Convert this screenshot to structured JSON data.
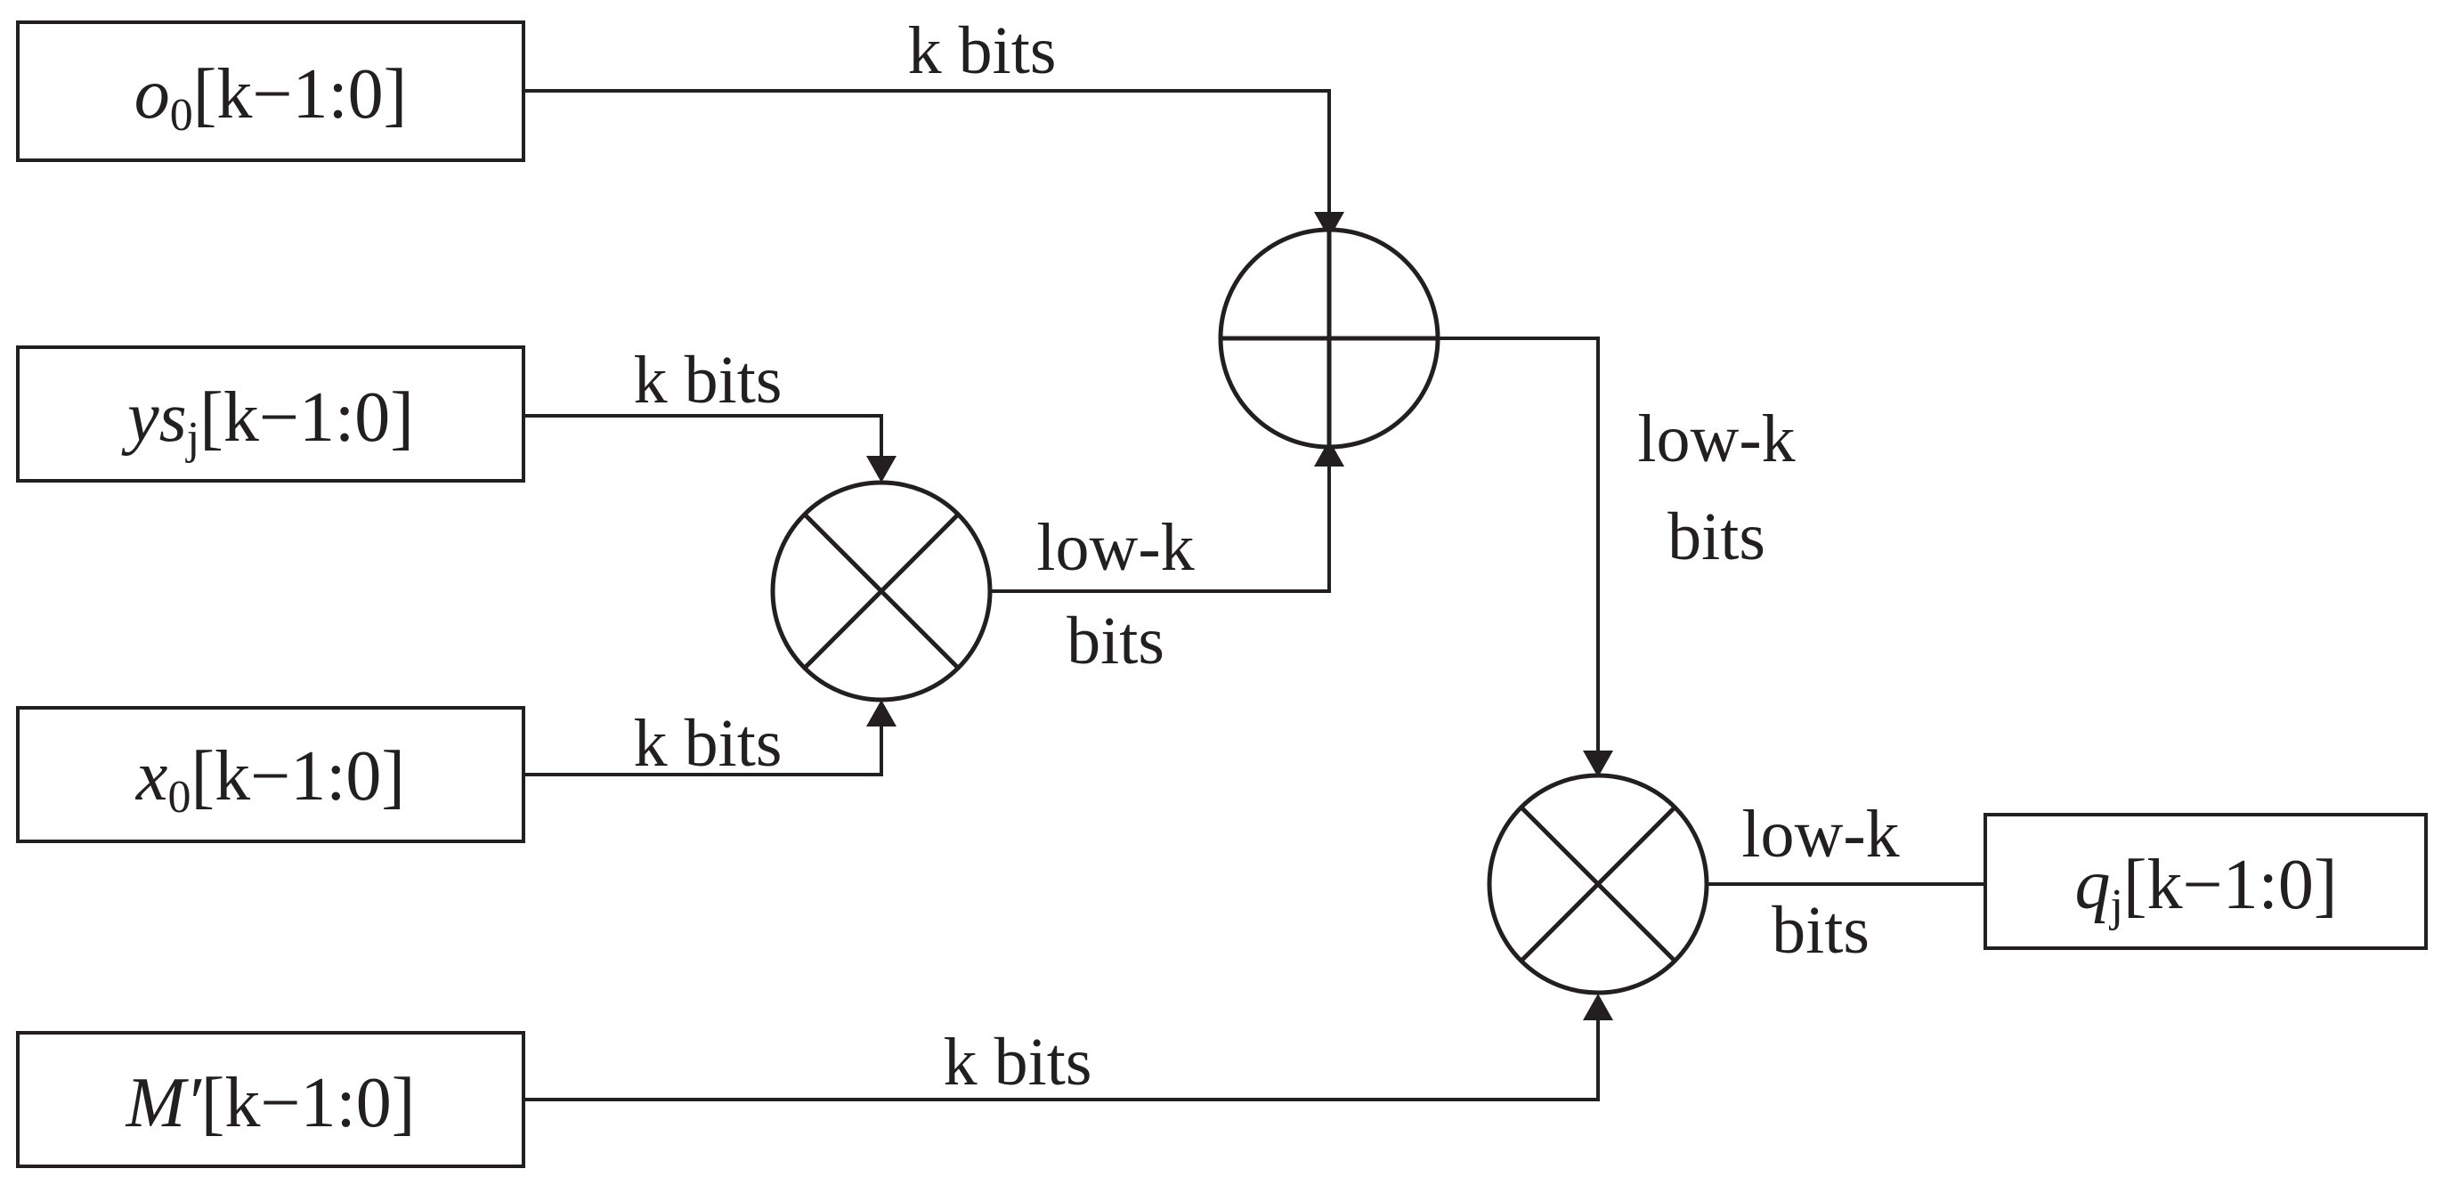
{
  "inputs": {
    "o0": {
      "symbol": "o",
      "subscript": "0",
      "range": "[k−1:0]"
    },
    "ysj": {
      "symbol": "ys",
      "subscript": "j",
      "range": "[k−1:0]"
    },
    "x0": {
      "symbol": "x",
      "subscript": "0",
      "range": "[k−1:0]"
    },
    "m": {
      "symbol": "M′",
      "subscript": "",
      "range": "[k−1:0]"
    }
  },
  "output": {
    "qj": {
      "symbol": "q",
      "subscript": "j",
      "range": "[k−1:0]"
    }
  },
  "wire_labels": {
    "o0_to_add": "k bits",
    "ysj_to_mult1": "k bits",
    "x0_to_mult1": "k bits",
    "mult1_out_line1": "low-k",
    "mult1_out_line2": "bits",
    "add_out_line1": "low-k",
    "add_out_line2": "bits",
    "mult2_out_line1": "low-k",
    "mult2_out_line2": "bits",
    "m_to_mult2": "k bits"
  }
}
